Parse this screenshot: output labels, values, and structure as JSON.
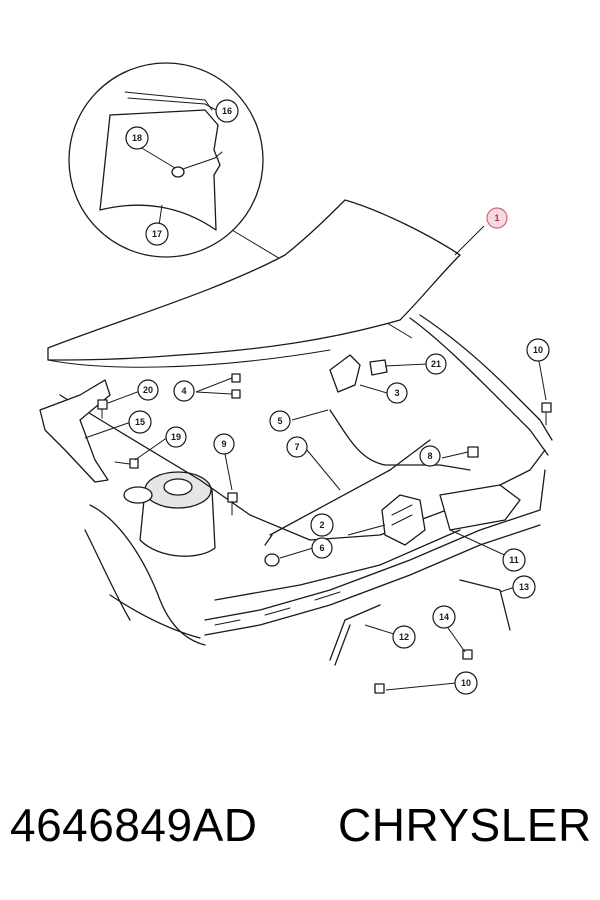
{
  "callouts": [
    {
      "id": "c1",
      "label": "1",
      "highlight": true
    },
    {
      "id": "c2",
      "label": "2"
    },
    {
      "id": "c3",
      "label": "3"
    },
    {
      "id": "c4",
      "label": "4"
    },
    {
      "id": "c5",
      "label": "5"
    },
    {
      "id": "c6",
      "label": "6"
    },
    {
      "id": "c7",
      "label": "7"
    },
    {
      "id": "c8",
      "label": "8"
    },
    {
      "id": "c9",
      "label": "9"
    },
    {
      "id": "c10a",
      "label": "10"
    },
    {
      "id": "c10b",
      "label": "10"
    },
    {
      "id": "c11",
      "label": "11"
    },
    {
      "id": "c12",
      "label": "12"
    },
    {
      "id": "c13",
      "label": "13"
    },
    {
      "id": "c14",
      "label": "14"
    },
    {
      "id": "c15",
      "label": "15"
    },
    {
      "id": "c16",
      "label": "16"
    },
    {
      "id": "c17",
      "label": "17"
    },
    {
      "id": "c18",
      "label": "18"
    },
    {
      "id": "c19",
      "label": "19"
    },
    {
      "id": "c20",
      "label": "20"
    },
    {
      "id": "c21",
      "label": "21"
    }
  ],
  "footer": {
    "part_number": "4646849AD",
    "brand": "CHRYSLER"
  },
  "colors": {
    "line": "#1a1a1a",
    "highlight_fill": "#f6d9de",
    "highlight_stroke": "#d0667a"
  }
}
